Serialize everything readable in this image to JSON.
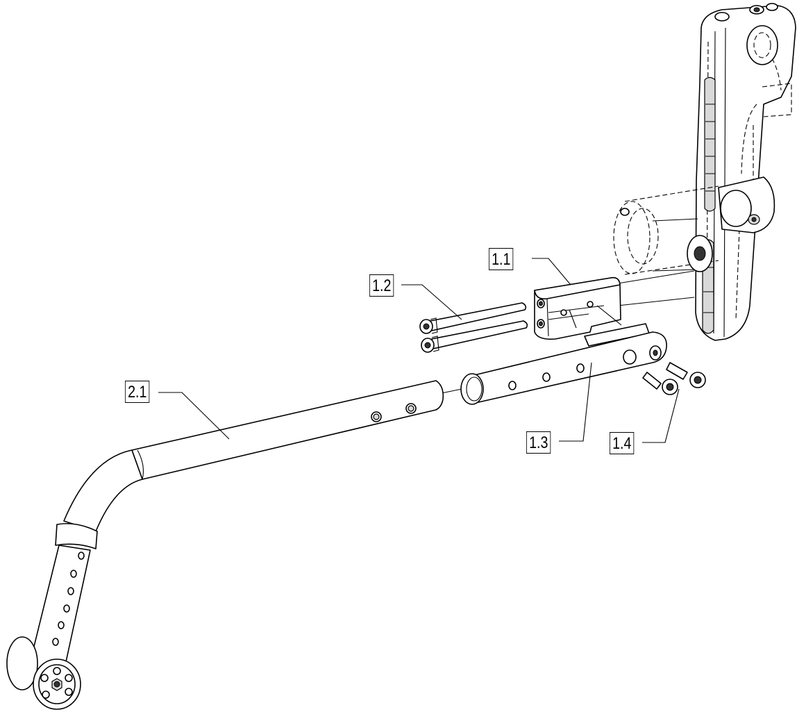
{
  "callouts": {
    "c11": "1.1",
    "c12": "1.2",
    "c13": "1.3",
    "c14": "1.4",
    "c21": "2.1"
  },
  "colors": {
    "line": "#000000",
    "background": "#ffffff",
    "shade": "#d9d9d9"
  }
}
